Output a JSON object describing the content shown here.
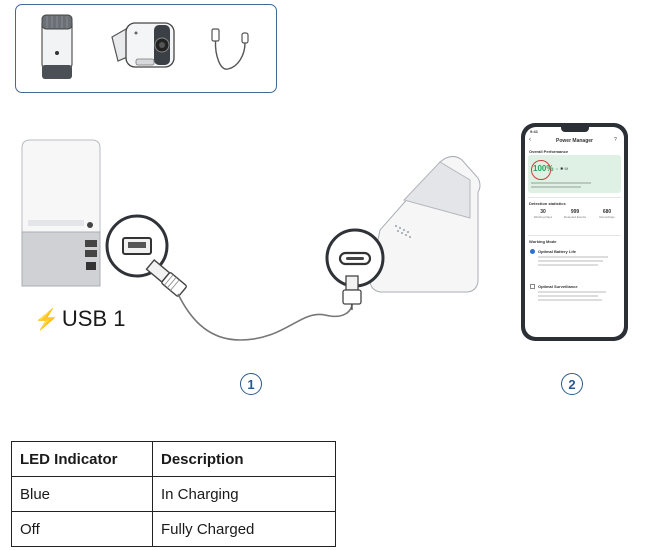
{
  "usb_port_label": "USB 1",
  "steps": [
    "1",
    "2"
  ],
  "phone": {
    "status_time": "9:41",
    "title": "Power Manager",
    "overall_performance_heading": "Overall Performance",
    "battery_percent": "100%",
    "detection_heading": "Detection statistics",
    "stats": [
      {
        "value": "30",
        "label": "Working Days"
      },
      {
        "value": "999",
        "label": "Detected Events"
      },
      {
        "value": "680",
        "label": "Recordings"
      }
    ],
    "working_mode_heading": "Working Mode",
    "modes": [
      "Optimal Battery Life",
      "Optimal Surveillance"
    ]
  },
  "table": {
    "headers": [
      "LED Indicator",
      "Description"
    ],
    "rows": [
      [
        "Blue",
        "In Charging"
      ],
      [
        "Off",
        "Fully Charged"
      ]
    ]
  }
}
